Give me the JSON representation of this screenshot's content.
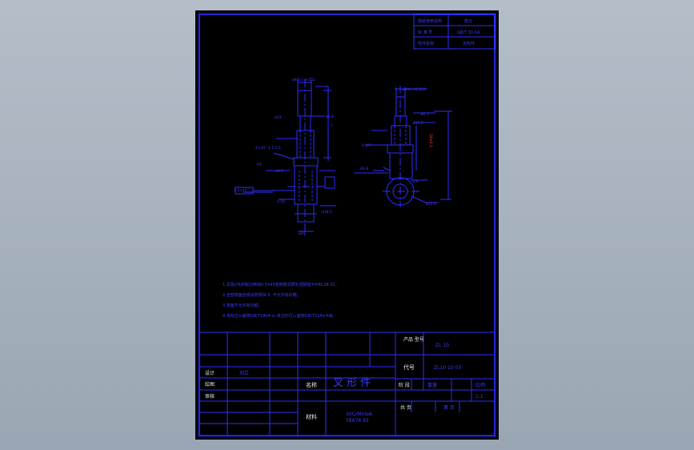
{
  "colors": {
    "background": "#a6b1bd",
    "sheet": "#000000",
    "line": "#2e2eff",
    "text_blue": "#3b3bff",
    "text_white": "#e8e8e8",
    "text_red": "#ff4040"
  },
  "top_right_block": {
    "r1c1": "图纸使用说明",
    "r1c2": "技分",
    "r2c1": "标 准 号",
    "r2c2": "GB/T 30-14",
    "r3c1": "零件名称",
    "r3c2": "叉形件"
  },
  "notes": [
    "1.去除2毛刺锐边倒钝0.5X45度倒角调质处理硬度为HRC28-32。",
    "2.全部表面去锈涂防锈油 5. 不允许有砂眼。",
    "3.表面不允许有划痕。",
    "4.未标注公差按GB/T1804-m,未注形位公差按GB/T1184-K级。"
  ],
  "title_block": {
    "product_label": "产品\n型号",
    "product_value": "ZL 10",
    "code_label": "代号",
    "code_value": "ZL10 10 03",
    "name_label": "名称",
    "part_name": "叉 形 件",
    "material_label": "材料",
    "material_line1": "30CrMnSiA",
    "material_line2": "YB678 65",
    "designer_label": "设计",
    "designer_value": "刘立",
    "drawer_label": "绘图",
    "checker_label": "审核",
    "stage_label": "阶 段",
    "weight_label": "重量",
    "scale_label": "比例",
    "scale_value": "1:1",
    "sheets_label": "共 页",
    "page_label": "第 页"
  }
}
